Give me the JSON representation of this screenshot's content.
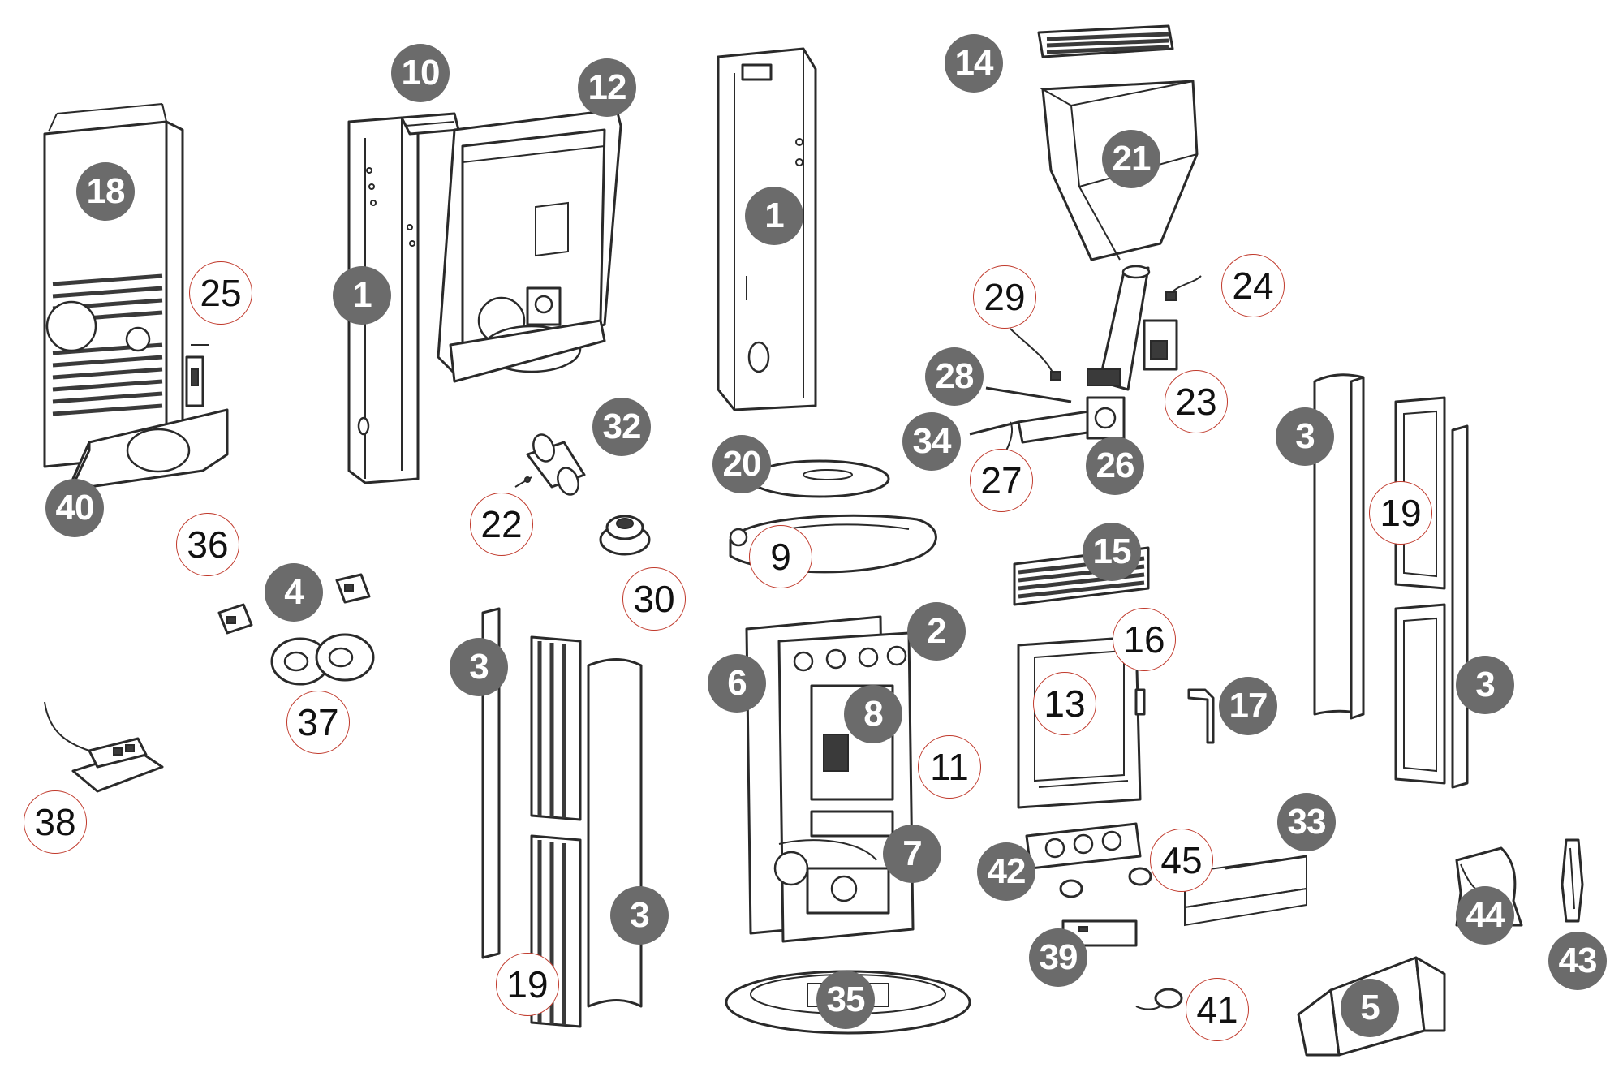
{
  "callouts": [
    {
      "id": "c18",
      "label": "18",
      "style": "filled"
    },
    {
      "id": "c25",
      "label": "25",
      "style": "outline"
    },
    {
      "id": "c40",
      "label": "40",
      "style": "filled"
    },
    {
      "id": "c10",
      "label": "10",
      "style": "filled"
    },
    {
      "id": "c12",
      "label": "12",
      "style": "filled"
    },
    {
      "id": "c1a",
      "label": "1",
      "style": "filled"
    },
    {
      "id": "c1b",
      "label": "1",
      "style": "filled"
    },
    {
      "id": "c14",
      "label": "14",
      "style": "filled"
    },
    {
      "id": "c21",
      "label": "21",
      "style": "filled"
    },
    {
      "id": "c24",
      "label": "24",
      "style": "outline"
    },
    {
      "id": "c29",
      "label": "29",
      "style": "outline"
    },
    {
      "id": "c28",
      "label": "28",
      "style": "filled"
    },
    {
      "id": "c23",
      "label": "23",
      "style": "outline"
    },
    {
      "id": "c34",
      "label": "34",
      "style": "filled"
    },
    {
      "id": "c27",
      "label": "27",
      "style": "outline"
    },
    {
      "id": "c26",
      "label": "26",
      "style": "filled"
    },
    {
      "id": "c32",
      "label": "32",
      "style": "filled"
    },
    {
      "id": "c22",
      "label": "22",
      "style": "outline"
    },
    {
      "id": "c20",
      "label": "20",
      "style": "filled"
    },
    {
      "id": "c9",
      "label": "9",
      "style": "outline"
    },
    {
      "id": "c30",
      "label": "30",
      "style": "outline"
    },
    {
      "id": "c36",
      "label": "36",
      "style": "outline"
    },
    {
      "id": "c4",
      "label": "4",
      "style": "filled"
    },
    {
      "id": "c37",
      "label": "37",
      "style": "outline"
    },
    {
      "id": "c38",
      "label": "38",
      "style": "outline"
    },
    {
      "id": "c3a",
      "label": "3",
      "style": "filled"
    },
    {
      "id": "c3b",
      "label": "3",
      "style": "filled"
    },
    {
      "id": "c3c",
      "label": "3",
      "style": "filled"
    },
    {
      "id": "c3d",
      "label": "3",
      "style": "filled"
    },
    {
      "id": "c19a",
      "label": "19",
      "style": "outline"
    },
    {
      "id": "c19b",
      "label": "19",
      "style": "outline"
    },
    {
      "id": "c15",
      "label": "15",
      "style": "filled"
    },
    {
      "id": "c16",
      "label": "16",
      "style": "outline"
    },
    {
      "id": "c13",
      "label": "13",
      "style": "outline"
    },
    {
      "id": "c17",
      "label": "17",
      "style": "filled"
    },
    {
      "id": "c2",
      "label": "2",
      "style": "filled"
    },
    {
      "id": "c6",
      "label": "6",
      "style": "filled"
    },
    {
      "id": "c8",
      "label": "8",
      "style": "filled"
    },
    {
      "id": "c11",
      "label": "11",
      "style": "outline"
    },
    {
      "id": "c7",
      "label": "7",
      "style": "filled"
    },
    {
      "id": "c35",
      "label": "35",
      "style": "filled"
    },
    {
      "id": "c42",
      "label": "42",
      "style": "filled"
    },
    {
      "id": "c45",
      "label": "45",
      "style": "outline"
    },
    {
      "id": "c33",
      "label": "33",
      "style": "filled"
    },
    {
      "id": "c39",
      "label": "39",
      "style": "filled"
    },
    {
      "id": "c41",
      "label": "41",
      "style": "outline"
    },
    {
      "id": "c5",
      "label": "5",
      "style": "filled"
    },
    {
      "id": "c44",
      "label": "44",
      "style": "filled"
    },
    {
      "id": "c43",
      "label": "43",
      "style": "filled"
    }
  ]
}
